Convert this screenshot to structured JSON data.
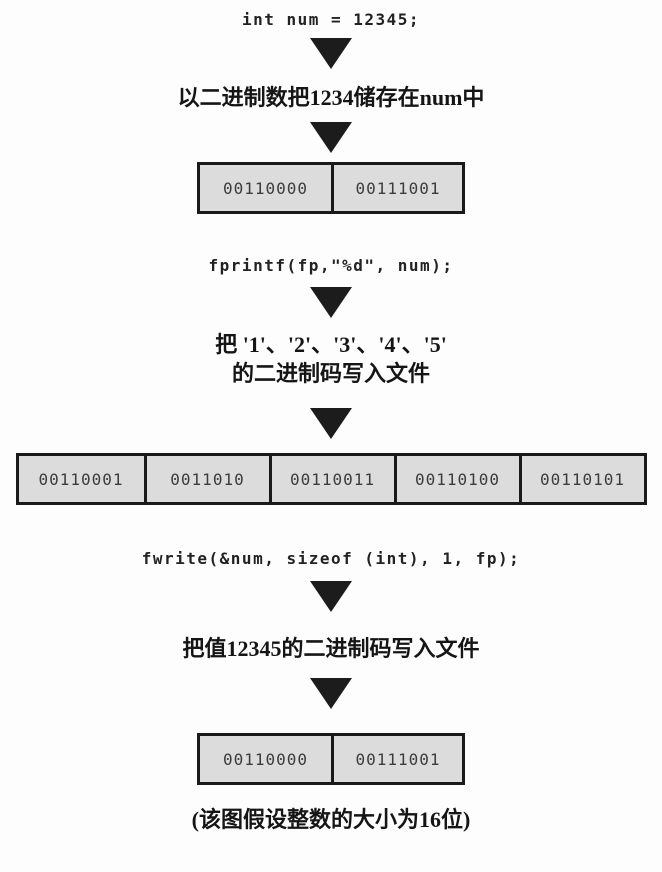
{
  "colors": {
    "background": "#fdfdfd",
    "cell_fill": "#dcdcdc",
    "border": "#1a1a1a",
    "text": "#1a1a1a"
  },
  "code_lines": {
    "declaration": "int num = 12345;",
    "fprintf_call": "fprintf(fp,\"%d\", num);",
    "fwrite_call": "fwrite(&num, sizeof (int), 1, fp);"
  },
  "labels": {
    "store_in_num": "以二进制数把1234储存在num中",
    "fprintf_effect_line1": "把 '1'、'2'、'3'、'4'、'5'",
    "fprintf_effect_line2": "的二进制码写入文件",
    "fwrite_effect": "把值12345的二进制码写入文件",
    "caption": "(该图假设整数的大小为16位)"
  },
  "memory_rows": {
    "num_storage": [
      "00110000",
      "00111001"
    ],
    "fprintf_output": [
      "00110001",
      "0011010",
      "00110011",
      "00110100",
      "00110101"
    ],
    "fwrite_output": [
      "00110000",
      "00111001"
    ]
  },
  "icons": {
    "down_arrow": "down-arrow"
  }
}
